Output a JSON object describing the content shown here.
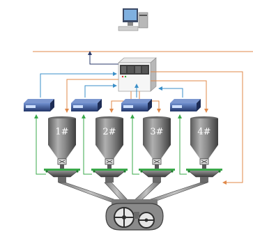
{
  "hoppers": [
    {
      "label": "1#"
    },
    {
      "label": "2#"
    },
    {
      "label": "3#"
    },
    {
      "label": "4#"
    }
  ],
  "colors": {
    "signal_line": "#e0894a",
    "blue_line": "#3a8fc8",
    "green_line": "#3aa84a",
    "navy_line": "#2a3a6a",
    "hopper_body": "#8d8d8d",
    "hopper_dark": "#4a4a4a",
    "controller_unit": "#4a6fb0"
  },
  "icons": {
    "workstation": "computer-icon",
    "controller": "plc-controller-icon",
    "scale_controller": "weighing-controller-icon",
    "mixer": "mixer-machine-icon"
  }
}
